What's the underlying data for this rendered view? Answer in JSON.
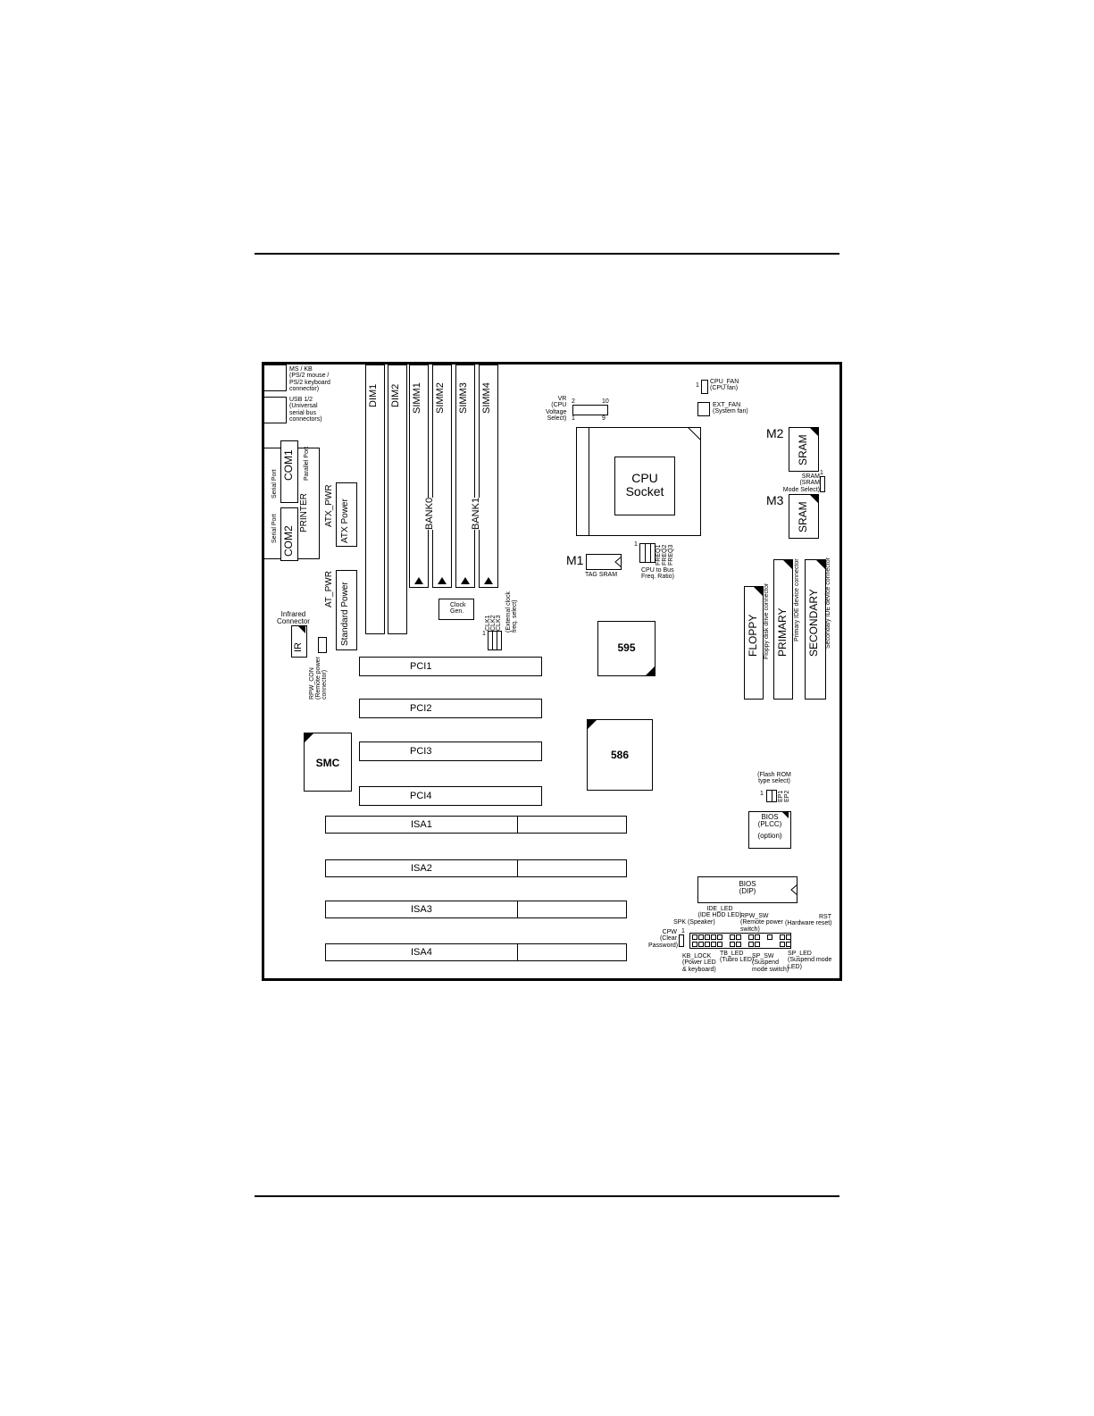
{
  "labels": {
    "ms_kb": "MS / KB",
    "ms_kb_desc1": "(PS/2 mouse /",
    "ms_kb_desc2": "PS/2 keyboard",
    "ms_kb_desc3": "connector)",
    "usb": "USB 1/2",
    "usb_desc1": "(Universal",
    "usb_desc2": "serial bus",
    "usb_desc3": "connectors)",
    "com1": "COM1",
    "serial_port_1": "Serial Port",
    "parallel_port": "Parallel Port",
    "printer": "PRINTER",
    "com2": "COM2",
    "serial_port_2": "Serial Port",
    "atx_pwr": "ATX_PWR",
    "atx_power": "ATX Power",
    "at_pwr": "AT_PWR",
    "standard_power": "Standard Power",
    "infrared1": "Infrared",
    "infrared2": "Connector",
    "ir": "IR",
    "rpw_con": "RPW_CON",
    "rpw_con_desc1": "(Remote power",
    "rpw_con_desc2": "connector)",
    "dim1": "DIM1",
    "dim2": "DIM2",
    "simm1": "SIMM1",
    "simm2": "SIMM2",
    "simm3": "SIMM3",
    "simm4": "SIMM4",
    "bank0": "BANK0",
    "bank1": "BANK1",
    "clock_gen1": "Clock",
    "clock_gen2": "Gen.",
    "clk1": "CLK1",
    "clk2": "CLK2",
    "clk3": "CLK3",
    "clk_desc1": "(External clock",
    "clk_desc2": "freq. select)",
    "jumper_pin1": "1",
    "vr": "VR",
    "vr_desc1": "(CPU",
    "vr_desc2": "Voltage",
    "vr_desc3": "Select)",
    "vr_pin_2": "2",
    "vr_pin_10": "10",
    "vr_pin_1": "1",
    "vr_pin_9": "9",
    "cpu_fan": "CPU_FAN",
    "cpu_fan_desc": "(CPU fan)",
    "cpu_fan_pin": "1",
    "ext_fan": "EXT_FAN",
    "ext_fan_desc": "(System fan)",
    "cpu1": "CPU",
    "cpu2": "Socket",
    "m1": "M1",
    "tag_sram": "TAG SRAM",
    "freq1": "FREQ1",
    "freq2": "FREQ2",
    "freq3": "FREQ3",
    "freq_pin": "1",
    "freq_desc1": "CPU to Bus",
    "freq_desc2": "Freq. Ratio)",
    "m2": "M2",
    "m3": "M3",
    "sram": "SRAM",
    "sram_sel1": "SRAM",
    "sram_sel2": "(SRAM",
    "sram_sel3": "Mode Select)",
    "sram_sel_pin": "1",
    "floppy": "FLOPPY",
    "floppy_desc": "Floppy disk drive connector",
    "primary": "PRIMARY",
    "primary_desc": "Primary IDE device connector",
    "secondary": "SECONDARY",
    "secondary_desc": "Secondary IDE device connector",
    "chip_595": "595",
    "chip_586": "586",
    "smc": "SMC",
    "pci1": "PCI1",
    "pci2": "PCI2",
    "pci3": "PCI3",
    "pci4": "PCI4",
    "isa1": "ISA1",
    "isa2": "ISA2",
    "isa3": "ISA3",
    "isa4": "ISA4",
    "flash1": "(Flash ROM",
    "flash2": "type select)",
    "flash_pin": "1",
    "ep1": "EP1",
    "ep2": "EP2",
    "bios_plcc1": "BIOS",
    "bios_plcc2": "(PLCC)",
    "bios_plcc3": "(option)",
    "bios_dip1": "BIOS",
    "bios_dip2": "(DIP)",
    "ide_led1": "IDE_LED",
    "ide_led2": "(IDE HDD LED)",
    "rpw_sw1": "RPW_SW",
    "rpw_sw2": "(Remote power",
    "rpw_sw3": "switch)",
    "spk": "SPK (Speaker)",
    "rst1": "RST",
    "rst2": "(Hardware reset)",
    "cpw1": "CPW",
    "cpw2": "(Clear",
    "cpw3": "Password)",
    "cpw_pin": "1",
    "kb_lock1": "KB_LOCK",
    "kb_lock2": "(Power LED",
    "kb_lock3": "& keyboard)",
    "tb_led1": "TB_LED",
    "tb_led2": "(Tubro LED)",
    "sp_sw1": "SP_SW",
    "sp_sw2": "(Suspend",
    "sp_sw3": "mode switch)",
    "sp_led1": "SP_LED",
    "sp_led2": "(Suspend mode",
    "sp_led3": "LED)"
  }
}
